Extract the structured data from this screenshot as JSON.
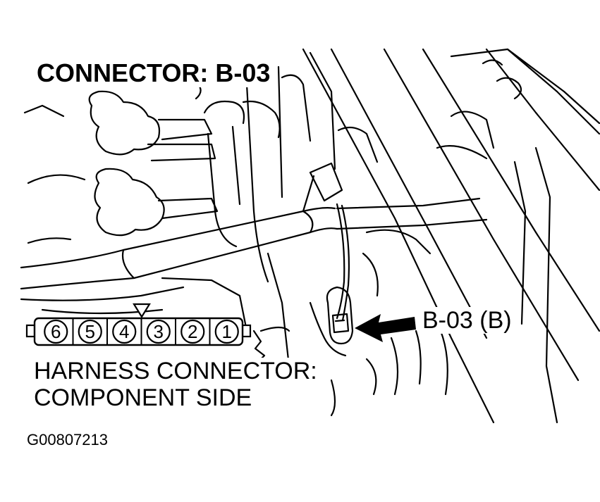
{
  "diagram": {
    "title": "CONNECTOR: B-03",
    "callout_label": "B-03 (B)",
    "caption_line1": "HARNESS CONNECTOR:",
    "caption_line2": "COMPONENT SIDE",
    "figure_id": "G00807213",
    "connector_pins": [
      "6",
      "5",
      "4",
      "3",
      "2",
      "1"
    ],
    "ink_color": "#000000",
    "background_color": "#ffffff"
  }
}
